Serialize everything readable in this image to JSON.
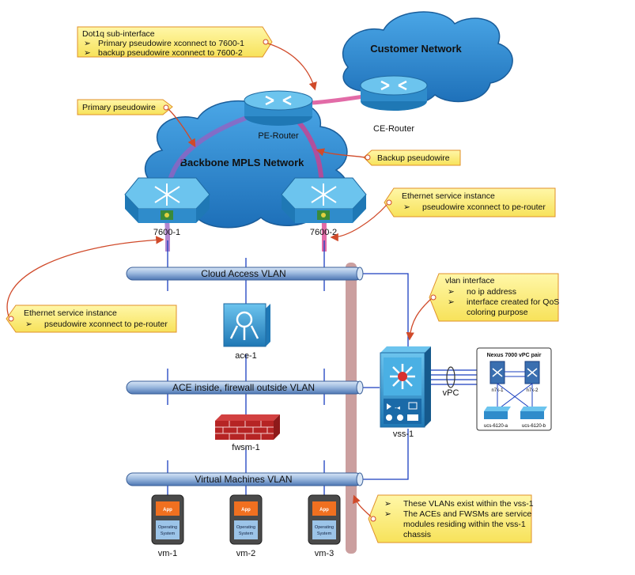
{
  "clouds": {
    "customer": "Customer Network",
    "backbone": "Backbone MPLS Network"
  },
  "devices": {
    "pe_router": "PE-Router",
    "ce_router": "CE-Router",
    "r7600_1": "7600-1",
    "r7600_2": "7600-2",
    "ace": "ace-1",
    "fwsm": "fwsm-1",
    "vss": "vss-1",
    "vpc": "vPC"
  },
  "vlans": {
    "cloud_access": "Cloud Access VLAN",
    "ace_inside": "ACE inside, firewall outside VLAN",
    "virtual_machines": "Virtual Machines VLAN"
  },
  "vms": [
    {
      "name": "vm-1",
      "app": "App",
      "os_line1": "Operating",
      "os_line2": "System"
    },
    {
      "name": "vm-2",
      "app": "App",
      "os_line1": "Operating",
      "os_line2": "System"
    },
    {
      "name": "vm-3",
      "app": "App",
      "os_line1": "Operating",
      "os_line2": "System"
    }
  ],
  "nexus": {
    "title": "Nexus 7000 vPC pair",
    "n7k1": "n7k-1",
    "n7k2": "n7k-2",
    "ucs_a": "ucs-6120-a",
    "ucs_b": "ucs-6120-b"
  },
  "callouts": {
    "dot1q": {
      "title": "Dot1q sub-interface",
      "bullets": [
        "Primary pseudowire xconnect to 7600-1",
        "backup pseudowire xconnect to 7600-2"
      ]
    },
    "primary_pw": "Primary pseudowire",
    "backup_pw": "Backup pseudowire",
    "esi_right": {
      "title": "Ethernet service instance",
      "bullets": [
        "pseudowire xconnect to pe-router"
      ]
    },
    "esi_left": {
      "title": "Ethernet service instance",
      "bullets": [
        "pseudowire xconnect to pe-router"
      ]
    },
    "vlan_if": {
      "title": "vlan interface",
      "bullets": [
        "no ip address",
        "interface created for QoS",
        "coloring purpose"
      ]
    },
    "vss_note": {
      "bullets": [
        "These VLANs exist within the vss-1",
        "The ACEs and FWSMs are service",
        "modules residing within the vss-1",
        "chassis"
      ]
    }
  },
  "colors": {
    "callout_fill": "#fdf07a",
    "callout_border": "#e0902a",
    "vlan_bar": "#8fb0d8",
    "device_blue": "#2e8fc6",
    "pseudowire_primary": "#9a5fc0",
    "pseudowire_backup": "#d83a8a",
    "arrow_red": "#d04a2a"
  }
}
